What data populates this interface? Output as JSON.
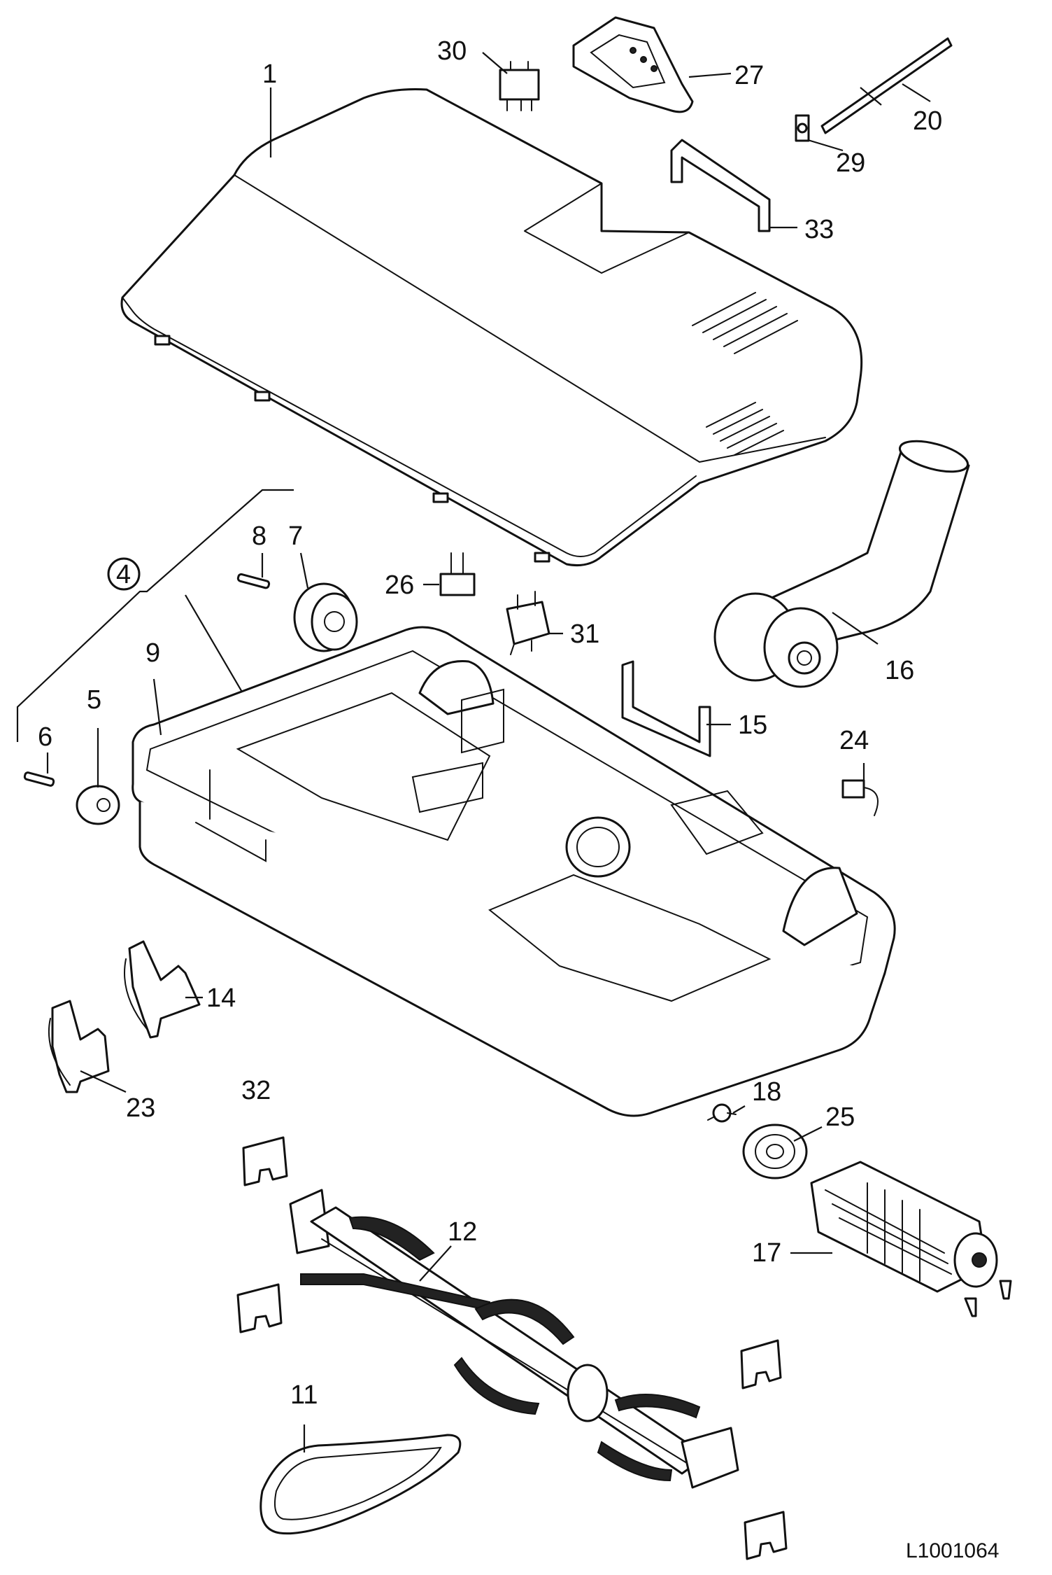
{
  "diagram": {
    "drawing_number": "L1001064",
    "callouts": {
      "p1": "1",
      "p4": "4",
      "p5": "5",
      "p6": "6",
      "p7": "7",
      "p8": "8",
      "p9": "9",
      "p11": "11",
      "p12": "12",
      "p14": "14",
      "p15": "15",
      "p16": "16",
      "p17": "17",
      "p18": "18",
      "p20": "20",
      "p23": "23",
      "p24": "24",
      "p25": "25",
      "p26": "26",
      "p27": "27",
      "p29": "29",
      "p30": "30",
      "p31": "31",
      "p32": "32",
      "p33": "33"
    }
  }
}
